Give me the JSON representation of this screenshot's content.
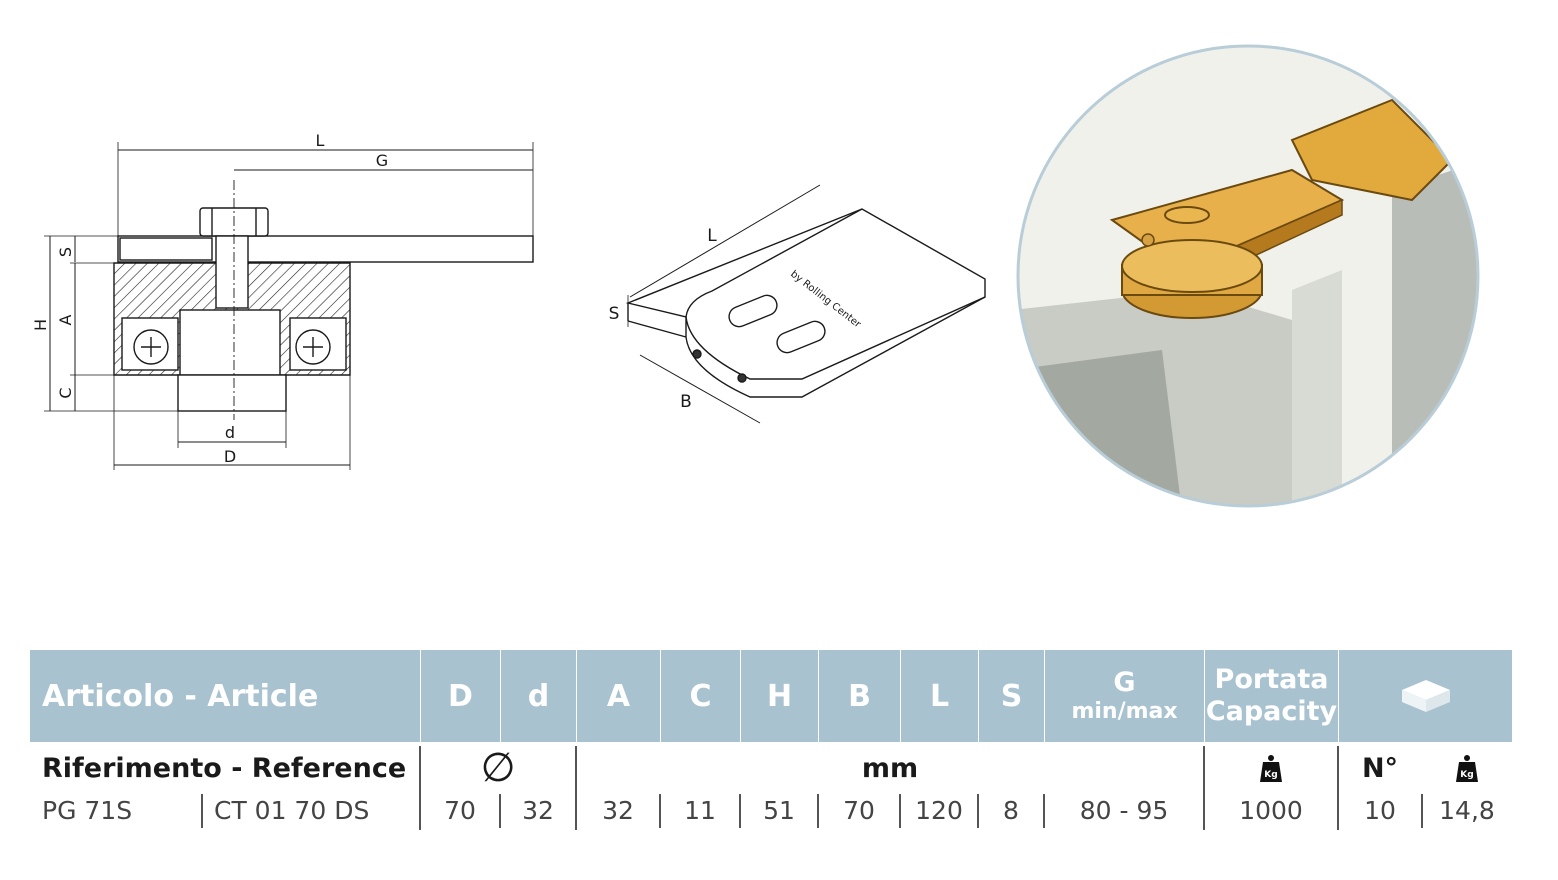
{
  "drawings": {
    "section_labels": {
      "L": "L",
      "G": "G",
      "S": "S",
      "H": "H",
      "A": "A",
      "C": "C",
      "d": "d",
      "D": "D"
    },
    "plate_labels": {
      "L": "L",
      "S": "S",
      "B": "B",
      "brand": "by Rolling Center"
    }
  },
  "table": {
    "header": {
      "article": "Articolo - Article",
      "D": "D",
      "d": "d",
      "A": "A",
      "C": "C",
      "H": "H",
      "B": "B",
      "L": "L",
      "S": "S",
      "G": "G",
      "G_sub": "min/max",
      "portata": "Portata",
      "capacity": "Capacity",
      "package_icon": "package-icon"
    },
    "subheader": {
      "reference": "Riferimento - Reference",
      "diameter_symbol": "∅",
      "unit": "mm",
      "weight_icon": "weight-kg-icon",
      "weight_icon_text": "Kg",
      "count": "N°"
    },
    "rows": [
      {
        "article": "PG 71S",
        "reference": "CT 01 70 DS",
        "D": "70",
        "d": "32",
        "A": "32",
        "C": "11",
        "H": "51",
        "B": "70",
        "L": "120",
        "S": "8",
        "G": "80 - 95",
        "capacity": "1000",
        "pack_count": "10",
        "pack_weight": "14,8"
      }
    ]
  },
  "colors": {
    "header_bg": "#a9c2d0",
    "header_text": "#ffffff",
    "line": "#1a1a1a",
    "circle_border": "#b8cdd8"
  }
}
